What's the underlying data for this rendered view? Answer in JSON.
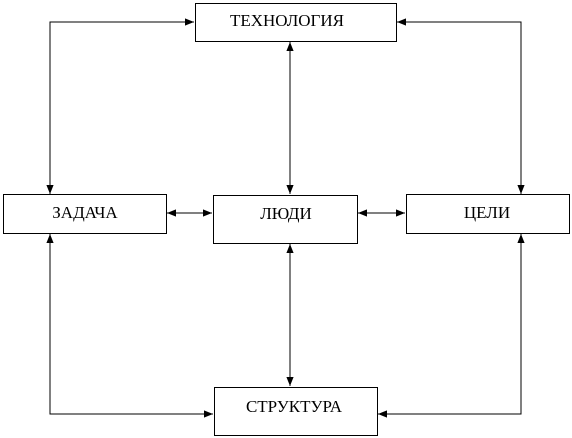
{
  "diagram": {
    "nodes": {
      "technology": "ТЕХНОЛОГИЯ",
      "task": "ЗАДАЧА",
      "people": "ЛЮДИ",
      "goals": "ЦЕЛИ",
      "structure": "СТРУКТУРА"
    },
    "edges": [
      {
        "from": "technology",
        "to": "task",
        "bidirectional": true
      },
      {
        "from": "technology",
        "to": "people",
        "bidirectional": true
      },
      {
        "from": "technology",
        "to": "goals",
        "bidirectional": true
      },
      {
        "from": "task",
        "to": "people",
        "bidirectional": true
      },
      {
        "from": "people",
        "to": "goals",
        "bidirectional": true
      },
      {
        "from": "task",
        "to": "structure",
        "bidirectional": true
      },
      {
        "from": "people",
        "to": "structure",
        "bidirectional": true
      },
      {
        "from": "goals",
        "to": "structure",
        "bidirectional": true
      }
    ],
    "colors": {
      "stroke": "#000000",
      "background": "#ffffff"
    }
  }
}
